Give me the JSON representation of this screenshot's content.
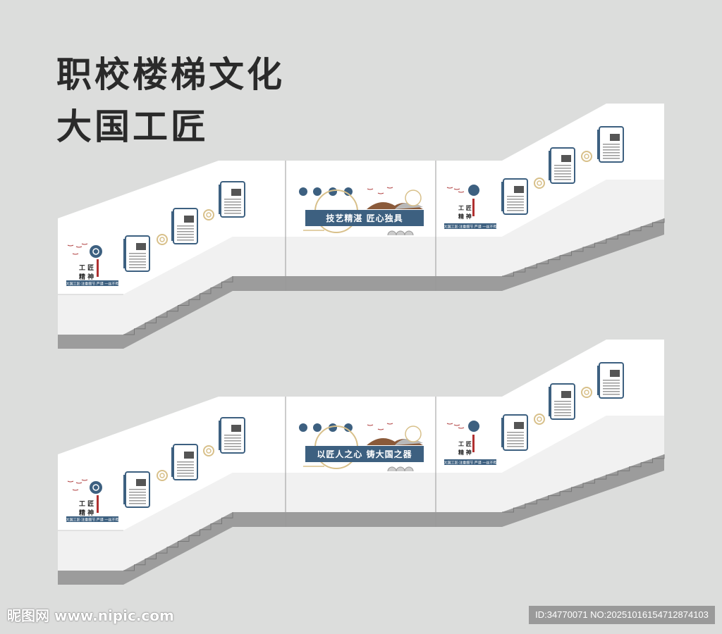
{
  "heading": {
    "line1": "职校楼梯文化",
    "line2": "大国工匠"
  },
  "colors": {
    "accent": "#3d6080",
    "background": "#dcdddc",
    "stringer": "#9c9c9c",
    "gold": "#d8c08a"
  },
  "sections": [
    {
      "banner": "技艺精湛  匠心独具",
      "emblem_line1": "工 匠",
      "emblem_line2": "精 神",
      "slogan": "大国工匠·注重细节 严谨 一丝不苟"
    },
    {
      "banner": "以匠人之心  铸大国之器",
      "emblem_line1": "工 匠",
      "emblem_line2": "精 神",
      "slogan": "大国工匠·注重细节 严谨 一丝不苟"
    }
  ],
  "watermark": {
    "site": "昵图网 www.nipic.com",
    "id": "ID:34770071 NO:20251016154712874103"
  }
}
